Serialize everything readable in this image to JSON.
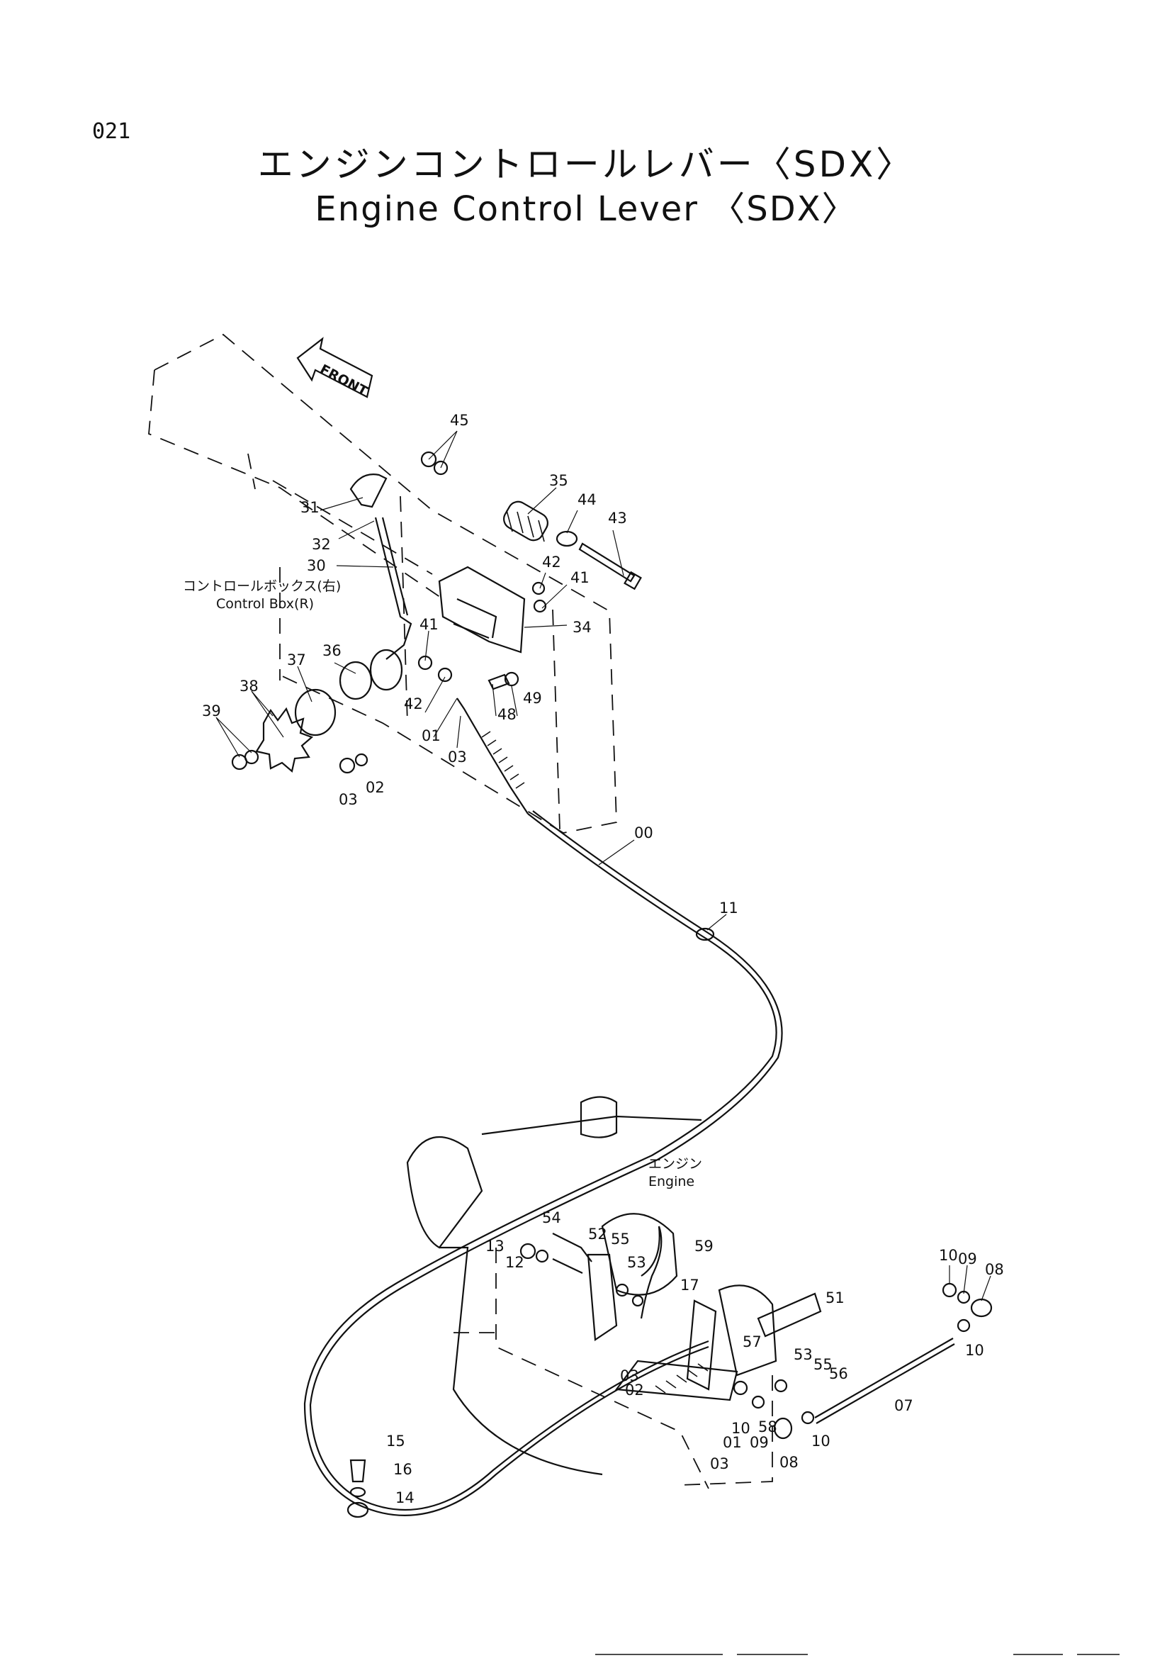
{
  "page_number": "021",
  "title_jp": "エンジンコントロールレバー〈SDX〉",
  "title_en": "Engine Control Lever 〈SDX〉",
  "front_label": "FRONT",
  "notes": {
    "control_box_jp": "コントロールボックス(右)",
    "control_box_en": "Control Box(R)",
    "engine_jp": "エンジン",
    "engine_en": "Engine"
  },
  "callouts": {
    "c45": "45",
    "c35": "35",
    "c44": "44",
    "c43": "43",
    "c31": "31",
    "c32": "32",
    "c30": "30",
    "c42a": "42",
    "c41a": "41",
    "c34": "34",
    "c41b": "41",
    "c36": "36",
    "c37": "37",
    "c38": "38",
    "c39": "39",
    "c42b": "42",
    "c01a": "01",
    "c03a": "03",
    "c48": "48",
    "c49": "49",
    "c03b": "03",
    "c02a": "02",
    "c00": "00",
    "c11": "11",
    "c54": "54",
    "c52": "52",
    "c55a": "55",
    "c59": "59",
    "c13": "13",
    "c12": "12",
    "c53a": "53",
    "c17": "17",
    "c10a": "10",
    "c09a": "09",
    "c08a": "08",
    "c51": "51",
    "c10b": "10",
    "c57": "57",
    "c53b": "53",
    "c55b": "55",
    "c56": "56",
    "c03c": "03",
    "c02b": "02",
    "c07": "07",
    "c10c": "10",
    "c09b": "09",
    "c58": "58",
    "c01b": "01",
    "c10d": "10",
    "c03d": "03",
    "c08b": "08",
    "c15": "15",
    "c16": "16",
    "c14": "14"
  }
}
